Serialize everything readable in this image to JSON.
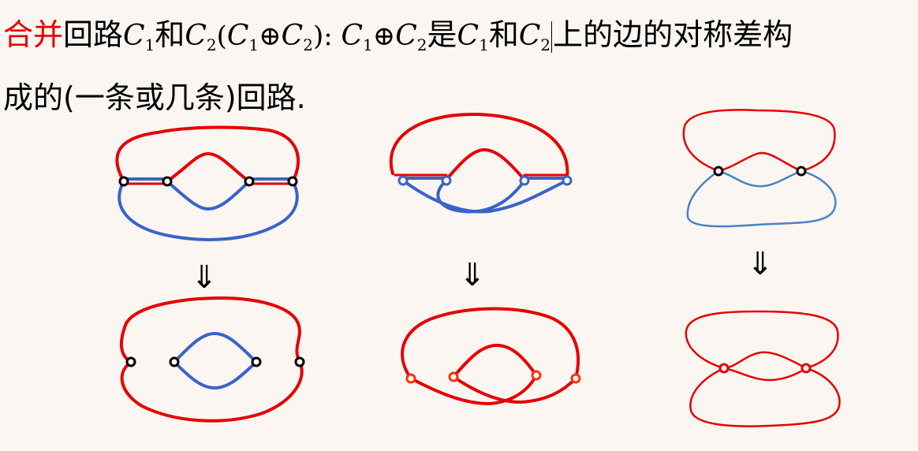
{
  "title": {
    "lead": "合并",
    "part1": "回路",
    "c1a": "C",
    "s1a": "1",
    "and1": "和",
    "c2a": "C",
    "s2a": "2",
    "open": "(",
    "c1b": "C",
    "s1b": "1",
    "oplus1": "⊕",
    "c2b": "C",
    "s2b": "2",
    "close": "): ",
    "c1c": "C",
    "s1c": "1",
    "oplus2": "⊕",
    "c2c": "C",
    "s2c": "2",
    "is": "是",
    "c1d": "C",
    "s1d": "1",
    "and2": "和",
    "c2d": "C",
    "s2d": "2",
    "tail1": "上的边的对称差构",
    "line2": "成的(一条或几条)回路."
  },
  "arrows": [
    "⇓",
    "⇓",
    "⇓"
  ],
  "colors": {
    "red": "#e60000",
    "blue": "#3a63c8",
    "lightblue": "#4a82c4",
    "orange": "#ff3300",
    "black": "#000000"
  }
}
